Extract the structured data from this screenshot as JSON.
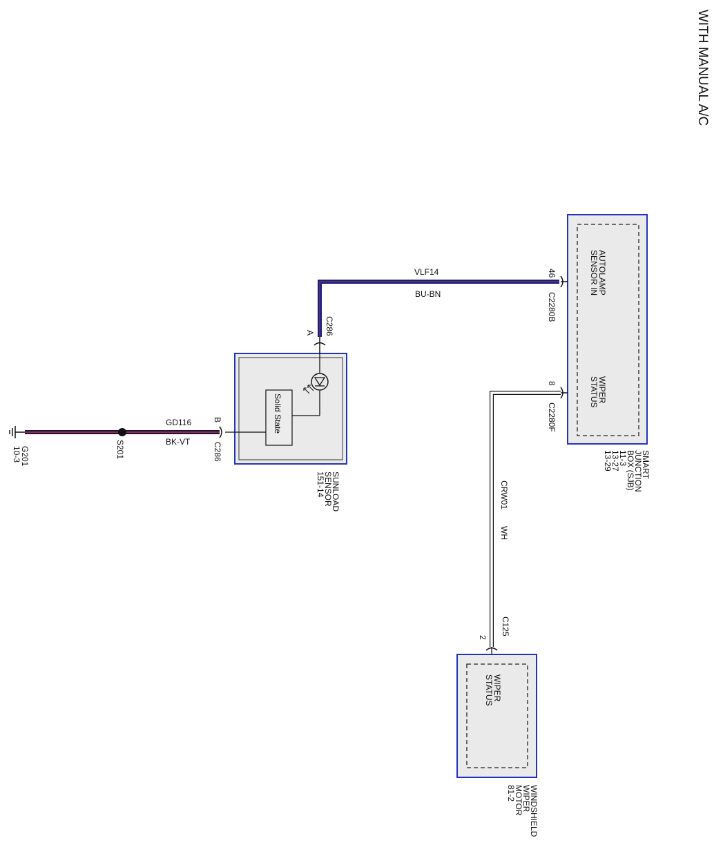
{
  "title": "WITH MANUAL A/C",
  "smart_junction_box": {
    "name_lines": [
      "SMART",
      "JUNCTION",
      "BOX (SJB)",
      "11-3",
      "13-27",
      "13-29"
    ],
    "pins": [
      {
        "label_lines": [
          "AUTOLAMP",
          "SENSOR IN"
        ],
        "pin": "46",
        "connector": "C2280B"
      },
      {
        "label_lines": [
          "WIPER",
          "STATUS"
        ],
        "pin": "8",
        "connector": "C2280F"
      }
    ]
  },
  "sunload_sensor": {
    "name_lines": [
      "SUNLOAD",
      "SENSOR",
      "151-14"
    ],
    "inner_label": "Solid State",
    "pin_a": {
      "pin": "A",
      "connector": "C286"
    },
    "pin_b": {
      "pin": "B",
      "connector": "C286"
    }
  },
  "wiper_motor": {
    "name_lines": [
      "WINDSHIELD",
      "WIPER",
      "MOTOR",
      "81-2"
    ],
    "inner_label_lines": [
      "WIPER",
      "STATUS"
    ],
    "pin": "2",
    "connector": "C125"
  },
  "wires": {
    "vlf14": {
      "circuit": "VLF14",
      "color": "BU-BN",
      "hex": "#1a1a8c"
    },
    "gd116": {
      "circuit": "GD116",
      "color": "BK-VT"
    },
    "crw01": {
      "circuit": "CRW01",
      "color": "WH"
    }
  },
  "splice": {
    "label": "S201"
  },
  "ground": {
    "label": "G201",
    "ref": "10-3"
  },
  "colors": {
    "module_border": "#2233bb",
    "module_fill": "#eaeaea"
  }
}
